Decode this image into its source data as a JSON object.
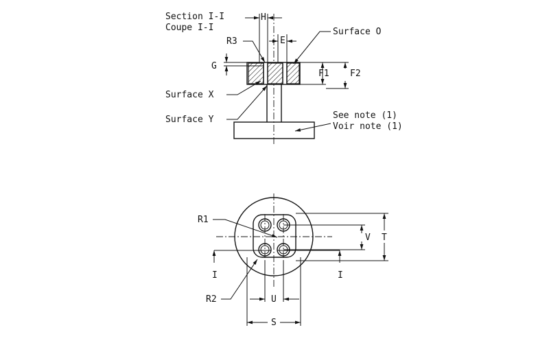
{
  "section": {
    "title_en": "Section I-I",
    "title_fr": "Coupe I-I"
  },
  "labels": {
    "H": "H",
    "E": "E",
    "R3": "R3",
    "G": "G",
    "F1": "F1",
    "F2": "F2",
    "surface_o": "Surface O",
    "surface_x": "Surface X",
    "surface_y": "Surface Y",
    "note_en": "See note (1)",
    "note_fr": "Voir note (1)",
    "R1": "R1",
    "R2": "R2",
    "V": "V",
    "T": "T",
    "U": "U",
    "S": "S",
    "cut_left": "I",
    "cut_right": "I"
  }
}
